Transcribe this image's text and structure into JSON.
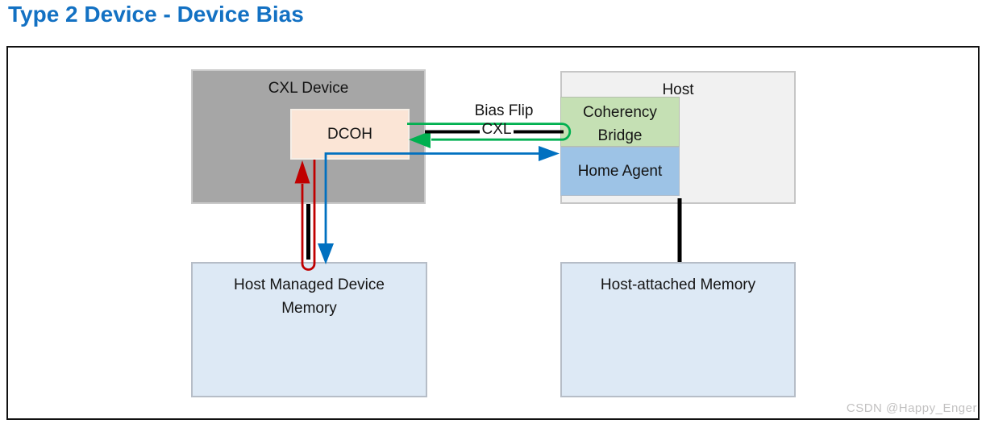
{
  "page": {
    "title": "Type 2 Device - Device Bias",
    "watermark": "CSDN @Happy_Enger"
  },
  "diagram": {
    "cxl_device": {
      "label": "CXL Device"
    },
    "dcoh": {
      "label": "DCOH"
    },
    "host": {
      "label": "Host"
    },
    "coherency_bridge": {
      "line1": "Coherency",
      "line2": "Bridge"
    },
    "home_agent": {
      "label": "Home Agent"
    },
    "host_managed_device_memory": {
      "line1": "Host Managed Device",
      "line2": "Memory"
    },
    "host_attached_memory": {
      "label": "Host-attached Memory"
    },
    "links": {
      "bias_flip_label": "Bias Flip",
      "cxl_label": "CXL"
    }
  },
  "colors": {
    "title_blue": "#1371c3",
    "cxl_device_fill": "#a6a6a6",
    "dcoh_fill": "#fbe5d6",
    "host_fill": "#f1f1f1",
    "coherency_bridge_fill": "#c5e0b4",
    "home_agent_fill": "#9dc3e6",
    "memory_fill": "#dde9f5",
    "arrow_green": "#00b050",
    "arrow_red": "#c00000",
    "arrow_blue": "#0070c0",
    "arrow_black": "#000000",
    "watermark_gray": "#c2c1c1"
  }
}
